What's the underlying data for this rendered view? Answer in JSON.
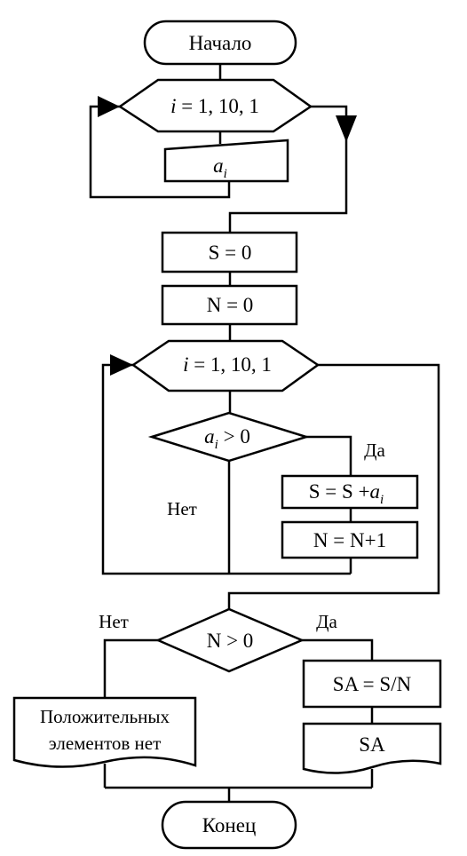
{
  "blocks": {
    "start": "Начало",
    "loop1": {
      "var": "i",
      "range": " = 1, 10, 1"
    },
    "input": {
      "base": "a",
      "sub": "i"
    },
    "s_init": "S = 0",
    "n_init": "N = 0",
    "loop2": {
      "var": "i",
      "range": " = 1, 10, 1"
    },
    "cond1": {
      "base": "a",
      "sub": "i",
      "rest": " > 0"
    },
    "cond1_yes": "Да",
    "cond1_no": "Нет",
    "s_update": {
      "left": "S = S +",
      "base": "a",
      "sub": "i"
    },
    "n_update": "N = N+1",
    "cond2": "N > 0",
    "cond2_no": "Нет",
    "cond2_yes": "Да",
    "message": {
      "line1": "Положительных",
      "line2": "элементов нет"
    },
    "avg": "SA = S/N",
    "output": "SA",
    "end": "Конец"
  }
}
